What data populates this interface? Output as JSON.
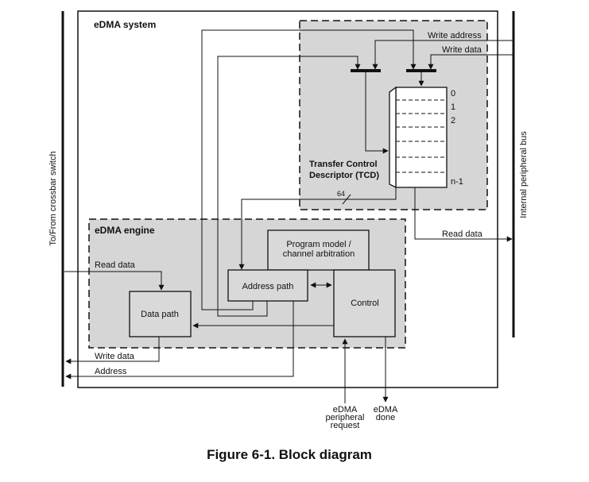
{
  "caption": "Figure 6-1. Block diagram",
  "labels": {
    "edma_system": "eDMA system",
    "edma_engine": "eDMA engine",
    "write_address": "Write address",
    "write_data_in": "Write data",
    "tcd_line1": "Transfer Control",
    "tcd_line2": "Descriptor (TCD)",
    "tcd_row0": "0",
    "tcd_row1": "1",
    "tcd_row2": "2",
    "tcd_rown": "n-1",
    "bus_width": "64",
    "read_data_out": "Read data",
    "read_data_in": "Read data",
    "prog_line1": "Program model /",
    "prog_line2": "channel arbitration",
    "address_path": "Address path",
    "data_path": "Data path",
    "control": "Control",
    "write_data_out": "Write data",
    "address_out": "Address",
    "req_line1": "eDMA",
    "req_line2": "peripheral",
    "req_line3": "request",
    "done_line1": "eDMA",
    "done_line2": "done",
    "crossbar": "To/From crossbar switch",
    "periph_bus": "Internal peripheral bus"
  },
  "colors": {
    "region_fill": "#d6d6d6",
    "block_fill": "#d9d9d9",
    "line": "#111111"
  }
}
